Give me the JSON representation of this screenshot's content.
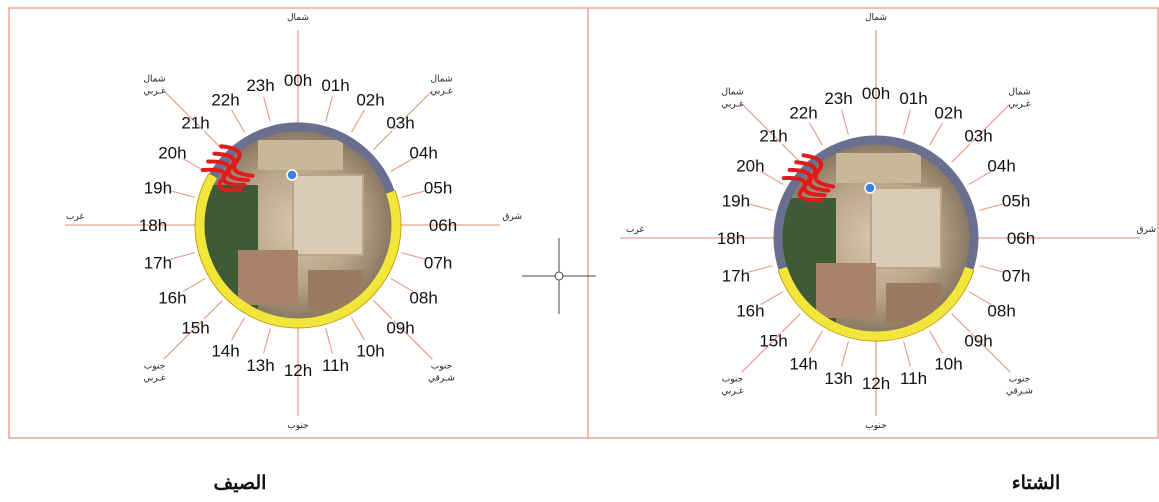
{
  "panels": [
    {
      "id": "summer",
      "season_label": "الصيف",
      "directions": {
        "north": "شمال",
        "south": "جنوب",
        "east": "شرق",
        "west": "غرب",
        "northeast": [
          "شمال",
          "غـربي"
        ],
        "northwest": [
          "شمال",
          "غـربي"
        ],
        "southeast": [
          "جنوب",
          "شـرقي"
        ],
        "southwest": [
          "جنوب",
          "غـربي"
        ]
      },
      "hours": [
        "00h",
        "01h",
        "02h",
        "03h",
        "04h",
        "05h",
        "06h",
        "07h",
        "08h",
        "09h",
        "10h",
        "11h",
        "12h",
        "13h",
        "14h",
        "15h",
        "16h",
        "17h",
        "18h",
        "19h",
        "20h",
        "21h",
        "22h",
        "23h"
      ],
      "sun_arc_hours": [
        4.7,
        20.0
      ],
      "shade_arc_hours": [
        20.0,
        4.7
      ],
      "wind_from_hour": 20.5,
      "colors": {
        "sun_arc": "#f2e63a",
        "shade_arc": "#6b6f8f",
        "wind": "#e01b1b",
        "ray": "#e8a08a"
      }
    },
    {
      "id": "winter",
      "season_label": "الشتاء",
      "directions": {
        "north": "شمال",
        "south": "جنوب",
        "east": "شرق",
        "west": "غرب",
        "northeast": [
          "شمال",
          "غـربي"
        ],
        "northwest": [
          "شمال",
          "غـربي"
        ],
        "southeast": [
          "جنوب",
          "شـرقي"
        ],
        "southwest": [
          "جنوب",
          "غـربي"
        ]
      },
      "hours": [
        "00h",
        "01h",
        "02h",
        "03h",
        "04h",
        "05h",
        "06h",
        "07h",
        "08h",
        "09h",
        "10h",
        "11h",
        "12h",
        "13h",
        "14h",
        "15h",
        "16h",
        "17h",
        "18h",
        "19h",
        "20h",
        "21h",
        "22h",
        "23h"
      ],
      "sun_arc_hours": [
        7.2,
        16.8
      ],
      "shade_arc_hours": [
        16.8,
        7.2
      ],
      "wind_from_hour": 20.7,
      "colors": {
        "sun_arc": "#f2e63a",
        "shade_arc": "#6b6f8f",
        "wind": "#e01b1b",
        "ray": "#e8a08a"
      }
    }
  ],
  "colors": {
    "frame": "#e8a08a",
    "divider_cross": "#444444"
  }
}
